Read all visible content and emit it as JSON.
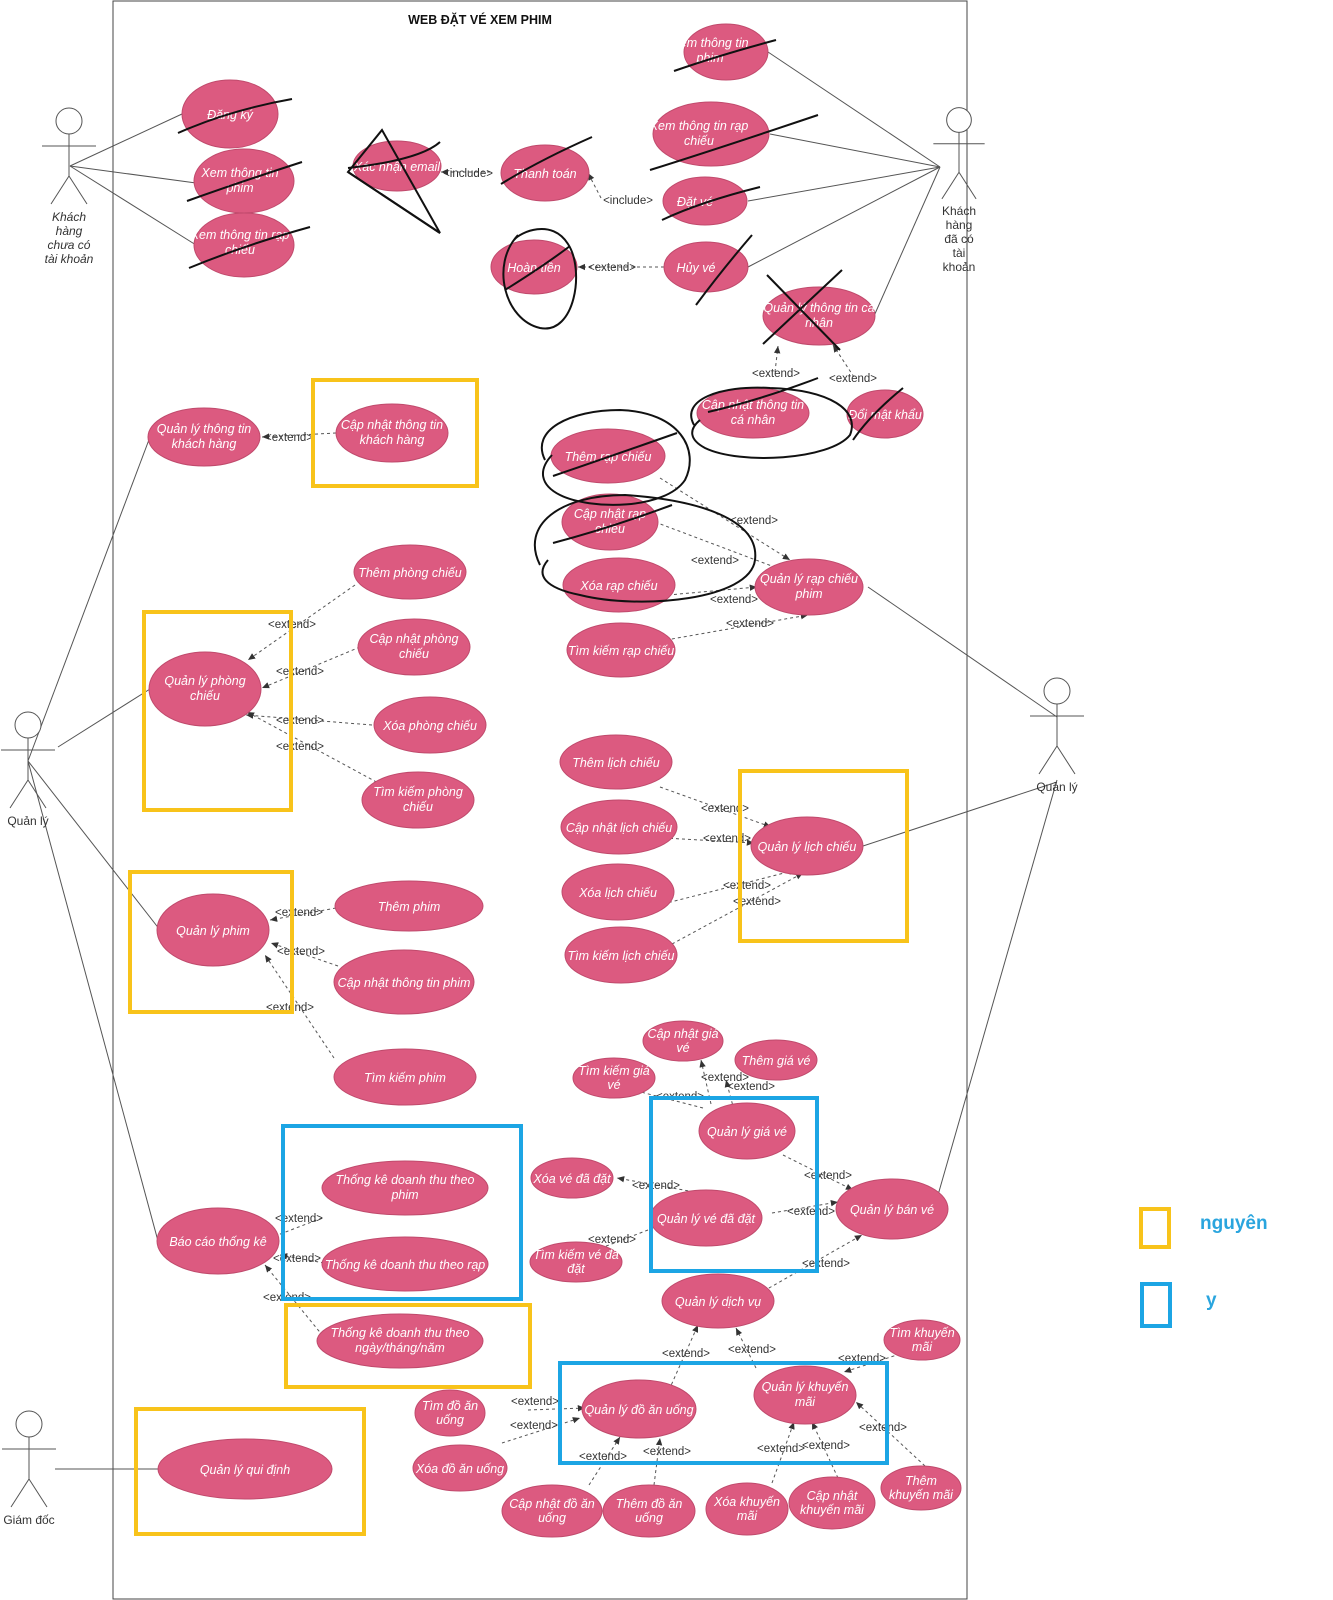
{
  "title": "WEB ĐẶT VÉ XEM PHIM",
  "colors": {
    "usecase_fill": "#dc5a80",
    "line": "#555555",
    "yellow_box": "#f8c31a",
    "blue_box": "#1ca5e4",
    "legend_text": "#2aa5de"
  },
  "actors": {
    "guest": "Khách hàng chưa có tài khoản",
    "member": "Khách hàng đã có tài khoản",
    "manager_left": "Quản lý",
    "manager_right": "Quản lý",
    "director": "Giám đốc"
  },
  "labels": {
    "extend": "<extend>",
    "include": "<include>"
  },
  "usecases": {
    "dang_ky": "Đăng ký",
    "xem_tt_phim_guest": "Xem thông tin phim",
    "xem_tt_rap_guest": "Xem thông tin rạp chiếu",
    "xac_nhan_email": "Xác nhận email",
    "thanh_toan": "Thanh toán",
    "xem_tt_phim": "Xem thông tin phim",
    "xem_tt_rap": "Xem thông tin rạp chiếu",
    "dat_ve": "Đặt vé",
    "hoan_tien": "Hoàn tiền",
    "huy_ve": "Hủy vé",
    "ql_tt_ca_nhan": "Quản lý thông tin cá nhân",
    "cap_nhat_tt_ca_nhan": "Cập nhật thông tin cá nhân",
    "doi_mat_khau": "Đổi mật khẩu",
    "ql_tt_kh": "Quản lý thông tin khách hàng",
    "cap_nhat_tt_kh": "Cập nhật thông tin khách hàng",
    "them_rap": "Thêm rạp chiếu",
    "cap_nhat_rap": "Cập nhật rạp chiếu",
    "xoa_rap": "Xóa rạp chiếu",
    "tim_rap": "Tìm kiếm rạp chiếu",
    "ql_rap": "Quản lý rạp chiếu phim",
    "them_phong": "Thêm phòng chiếu",
    "cap_nhat_phong": "Cập nhật phòng chiếu",
    "ql_phong": "Quản lý phòng chiếu",
    "xoa_phong": "Xóa phòng chiếu",
    "tim_phong": "Tìm kiếm phòng chiếu",
    "them_lich": "Thêm lịch chiếu",
    "cap_nhat_lich": "Cập nhật lịch chiếu",
    "xoa_lich": "Xóa lịch chiếu",
    "tim_lich": "Tìm kiếm lịch chiếu",
    "ql_lich": "Quản lý lịch chiếu",
    "ql_phim": "Quản lý phim",
    "them_phim": "Thêm phim",
    "cap_nhat_phim": "Cập nhật thông tin phim",
    "tim_phim": "Tìm kiếm phim",
    "cap_nhat_gia": "Cập nhật giá vé",
    "tim_gia": "Tìm kiếm giá vé",
    "them_gia": "Thêm giá vé",
    "ql_gia": "Quản lý giá vé",
    "xoa_ve": "Xóa vé đã đặt",
    "ql_ve_dat": "Quản lý vé đã đặt",
    "ql_ban_ve": "Quản lý bán vé",
    "tim_ve": "Tìm kiếm vé đã đặt",
    "ql_dich_vu": "Quản lý dịch vụ",
    "tk_phim": "Thống kê doanh thu theo phim",
    "tk_rap": "Thống kê doanh thu theo rạp",
    "bao_cao": "Báo cáo thống kê",
    "tk_ngay": "Thống kê doanh thu theo ngày/tháng/năm",
    "tim_km": "Tìm khuyến mãi",
    "tim_do_an": "Tìm đồ ăn uống",
    "ql_do_an": "Quản lý đồ ăn uống",
    "ql_km": "Quản lý khuyến mãi",
    "xoa_do_an": "Xóa đồ ăn uống",
    "ql_qui_dinh": "Quản lý qui định",
    "cap_nhat_do_an": "Cập nhật đồ ăn uống",
    "them_do_an": "Thêm đồ ăn uống",
    "xoa_km": "Xóa khuyến mãi",
    "cap_nhat_km": "Cập nhật khuyến mãi",
    "them_km": "Thêm khuyến mãi"
  },
  "legend": {
    "yellow": "nguyên",
    "blue": "y"
  }
}
